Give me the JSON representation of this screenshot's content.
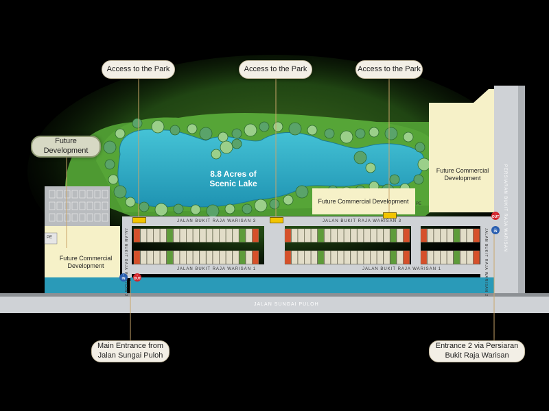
{
  "callouts": {
    "park_access_1": "Access to the Park",
    "park_access_2": "Access to the Park",
    "park_access_3": "Access to the Park",
    "future_development": "Future Development",
    "main_entrance": "Main Entrance from Jalan Sungai Puloh",
    "entrance_2": "Entrance 2 via Persiaran Bukit Raja Warisan"
  },
  "areas": {
    "lake": "8.8 Acres of Scenic Lake",
    "commercial_right": "Future Commercial Development",
    "commercial_center": "Future Commercial Development",
    "commercial_left": "Future Commercial Development"
  },
  "roads": {
    "main_road": "JALAN SUNGAI PULOH",
    "right_road": "PERSIARAN BUKIT RAJA WARISAN",
    "street_3_a": "JALAN BUKIT RAJA WARISAN 3",
    "street_3_b": "JALAN BUKIT RAJA WARISAN 3",
    "street_1_a": "JALAN BUKIT RAJA WARISAN 1",
    "street_1_b": "JALAN BUKIT RAJA WARISAN 1",
    "street_2_left": "JALAN BUKIT RAJA WARISAN 2",
    "street_2_right": "JALAN BUKIT RAJA WARISAN 2"
  },
  "markers": {
    "in": "IN",
    "out": "OUT",
    "pe": "PE"
  },
  "colors": {
    "lake": "#2fb2c9",
    "park": "#3d8a2e",
    "road": "#cfd2d6",
    "commercial": "#f6f1c8",
    "unit_standard": "#e2ddc8",
    "unit_corner": "#d6502a",
    "unit_green": "#5e9c3a",
    "in_badge": "#2a5fb0",
    "out_badge": "#d3242b",
    "callout_bg": "#f3efe6"
  }
}
